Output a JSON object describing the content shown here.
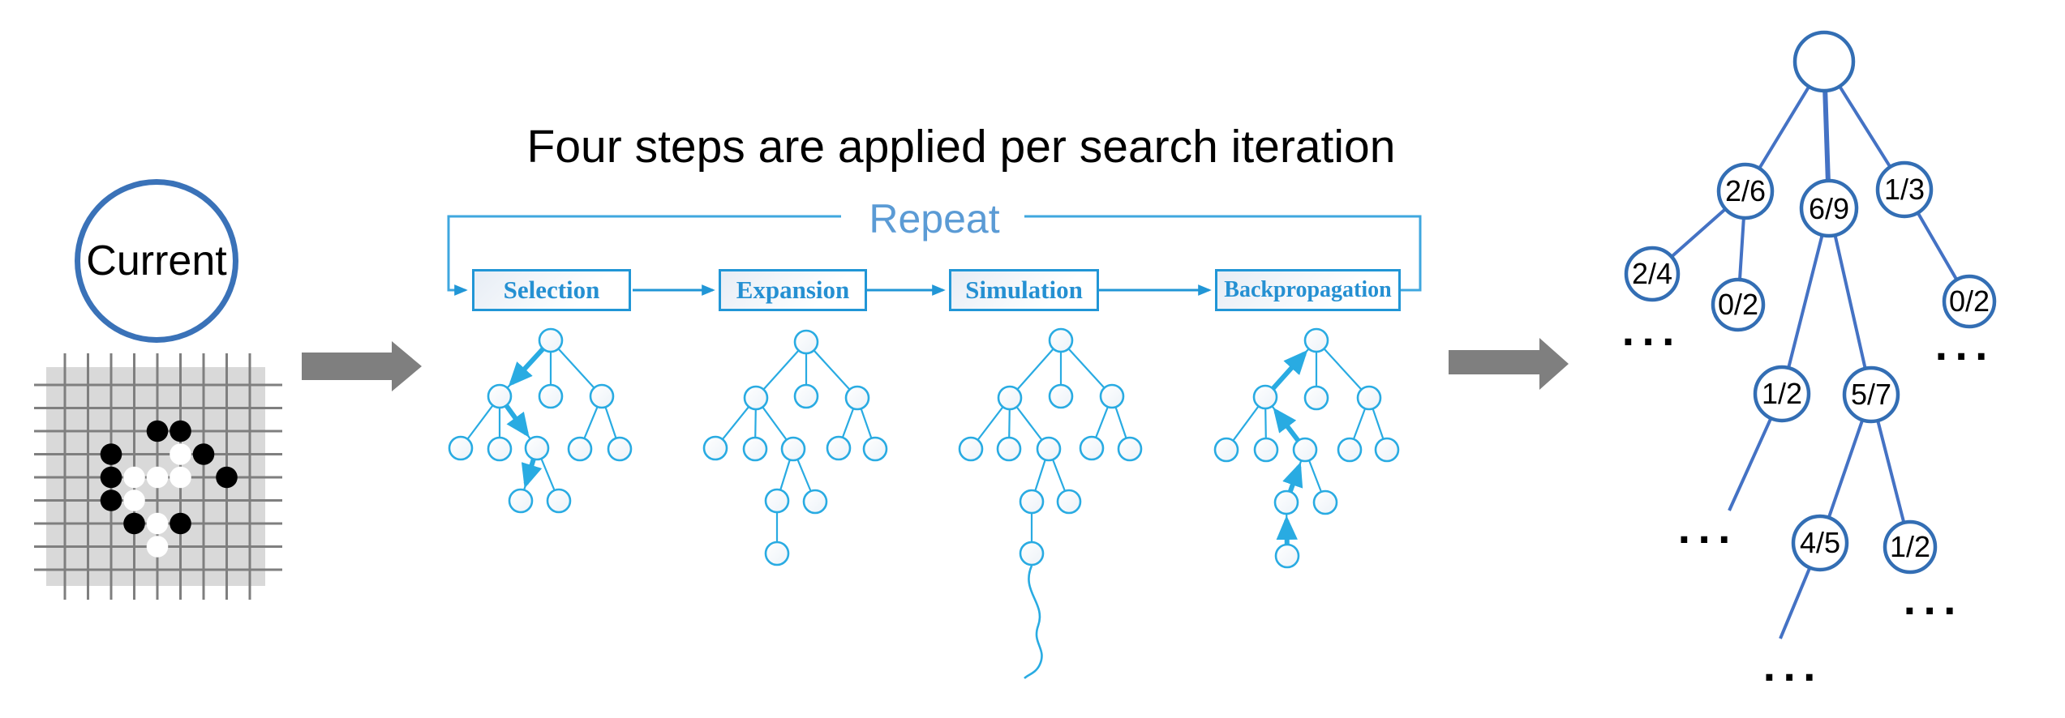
{
  "header": {
    "title": "Four steps are applied per search iteration"
  },
  "current_state": {
    "label": "Current"
  },
  "go_board": {
    "grid_size": 9,
    "stones": [
      {
        "col": 5,
        "row": 3,
        "color": "black"
      },
      {
        "col": 6,
        "row": 3,
        "color": "black"
      },
      {
        "col": 3,
        "row": 4,
        "color": "black"
      },
      {
        "col": 6,
        "row": 4,
        "color": "white"
      },
      {
        "col": 7,
        "row": 4,
        "color": "black"
      },
      {
        "col": 3,
        "row": 5,
        "color": "black"
      },
      {
        "col": 4,
        "row": 5,
        "color": "white"
      },
      {
        "col": 5,
        "row": 5,
        "color": "white"
      },
      {
        "col": 6,
        "row": 5,
        "color": "white"
      },
      {
        "col": 8,
        "row": 5,
        "color": "black"
      },
      {
        "col": 3,
        "row": 6,
        "color": "black"
      },
      {
        "col": 4,
        "row": 6,
        "color": "white"
      },
      {
        "col": 4,
        "row": 7,
        "color": "black"
      },
      {
        "col": 5,
        "row": 7,
        "color": "white"
      },
      {
        "col": 6,
        "row": 7,
        "color": "black"
      },
      {
        "col": 5,
        "row": 8,
        "color": "white"
      }
    ]
  },
  "flow": {
    "repeat_label": "Repeat",
    "steps": [
      {
        "label": "Selection"
      },
      {
        "label": "Expansion"
      },
      {
        "label": "Simulation"
      },
      {
        "label": "Backpropagation"
      }
    ]
  },
  "result_tree": {
    "nodes": [
      {
        "id": "root",
        "label": ""
      },
      {
        "id": "n26",
        "label": "2/6"
      },
      {
        "id": "n69",
        "label": "6/9"
      },
      {
        "id": "n13",
        "label": "1/3"
      },
      {
        "id": "n24",
        "label": "2/4"
      },
      {
        "id": "n02l",
        "label": "0/2"
      },
      {
        "id": "n02r",
        "label": "0/2"
      },
      {
        "id": "n12a",
        "label": "1/2"
      },
      {
        "id": "n57",
        "label": "5/7"
      },
      {
        "id": "n45",
        "label": "4/5"
      },
      {
        "id": "n12b",
        "label": "1/2"
      }
    ],
    "ellipsis": "..."
  },
  "colors": {
    "light_blue": "#29ABE2",
    "box_blue": "#2196D6",
    "steel_blue": "#3A72B8",
    "tree_blue": "#4472C4",
    "repeat_text": "#5B9BD5",
    "gray": "#7F7F7F",
    "board_bg": "#D9D9D9"
  }
}
